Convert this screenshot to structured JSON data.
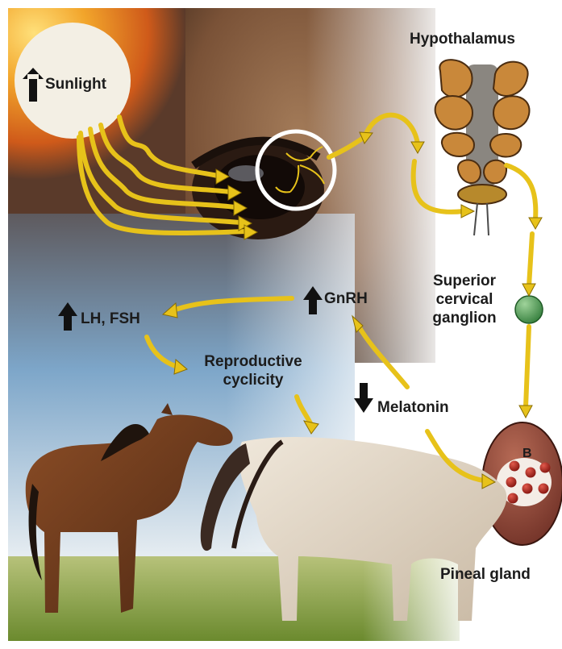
{
  "diagram": {
    "labels": {
      "sunlight": "Sunlight",
      "hypothalamus": "Hypothalamus",
      "gnrh": "GnRH",
      "lh_fsh": "LH, FSH",
      "superior_cervical_ganglion": [
        "Superior",
        "cervical",
        "ganglion"
      ],
      "reproductive_cyclicity": [
        "Reproductive",
        "cyclicity"
      ],
      "melatonin": "Melatonin",
      "pineal_gland": "Pineal gland",
      "pineal_marker": "B"
    },
    "indicators": {
      "sunlight": "up",
      "gnrh": "up",
      "lh_fsh": "up",
      "melatonin": "down"
    },
    "colors": {
      "arrow_fill": "#e7c21a",
      "arrow_stroke": "#8a6d00",
      "sun": "#f3efe4",
      "sunset_orange": "#e8761f",
      "sky_blue": "#8fb6d6",
      "grass": "#8fa64b",
      "hypothalamus_lobe": "#c9883a",
      "ganglion_green": "#3f8f46",
      "pineal_brown": "#8f4a3c",
      "pineal_dots": "#b0271f",
      "text": "#1c1c1c"
    }
  }
}
